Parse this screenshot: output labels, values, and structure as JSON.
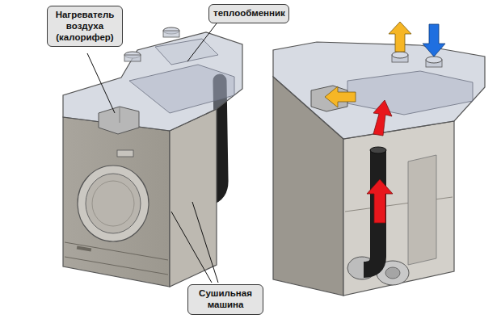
{
  "diagram": {
    "nodes": [
      {
        "text": [
          "Нагреватель воздуха (калорифер)"
        ]
      },
      {
        "text": [
          "теплообменник"
        ]
      },
      {
        "text": [
          "Сушильная машина"
        ]
      }
    ]
  }
}
